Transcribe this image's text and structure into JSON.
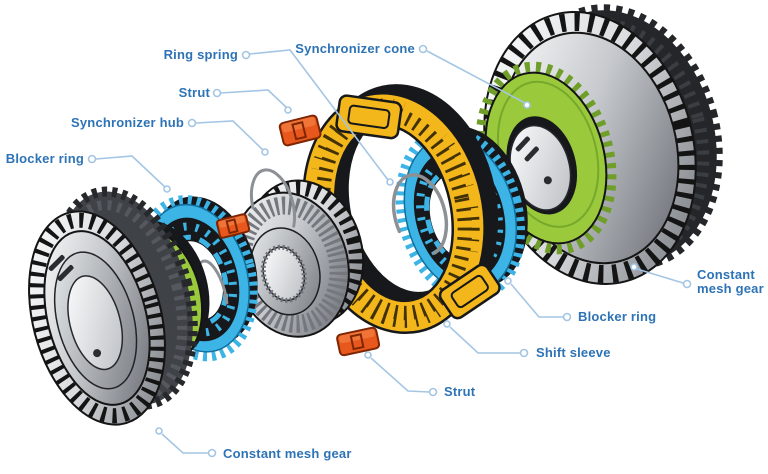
{
  "figure": {
    "subject": "Gearbox synchronizer assembly - exploded view diagram",
    "background": "#ffffff"
  },
  "labels": {
    "ring_spring": "Ring spring",
    "strut_top": "Strut",
    "synchronizer_hub": "Synchronizer hub",
    "blocker_ring_left": "Blocker ring",
    "synchronizer_cone": "Synchronizer cone",
    "constant_mesh_gear_right_line1": "Constant",
    "constant_mesh_gear_right_line2": "mesh gear",
    "blocker_ring_right": "Blocker ring",
    "shift_sleeve": "Shift sleeve",
    "strut_bottom": "Strut",
    "constant_mesh_gear_left": "Constant mesh gear"
  },
  "parts": [
    {
      "name": "Constant mesh gear (left)",
      "color": "#c3c6cb"
    },
    {
      "name": "Synchronizer cone (left)",
      "color": "#9aca3b"
    },
    {
      "name": "Blocker ring (left)",
      "color": "#3cb4e5"
    },
    {
      "name": "Synchronizer hub",
      "color": "#c3c6cb"
    },
    {
      "name": "Strut (x3)",
      "color": "#e8571c"
    },
    {
      "name": "Ring spring",
      "color": "#8d9196"
    },
    {
      "name": "Shift sleeve",
      "color": "#f3b71b"
    },
    {
      "name": "Blocker ring (right)",
      "color": "#3cb4e5"
    },
    {
      "name": "Synchronizer cone (right)",
      "color": "#9aca3b"
    },
    {
      "name": "Constant mesh gear (right)",
      "color": "#c3c6cb"
    }
  ],
  "colors": {
    "label_text": "#2e73b5",
    "leader_line": "#a4c6e4",
    "gear_silver": "#c3c6cb",
    "cone_green": "#9aca3b",
    "blocker_blue": "#3cb4e5",
    "sleeve_yellow": "#f3b71b",
    "strut_orange": "#e8571c",
    "outline_black": "#17181b"
  }
}
